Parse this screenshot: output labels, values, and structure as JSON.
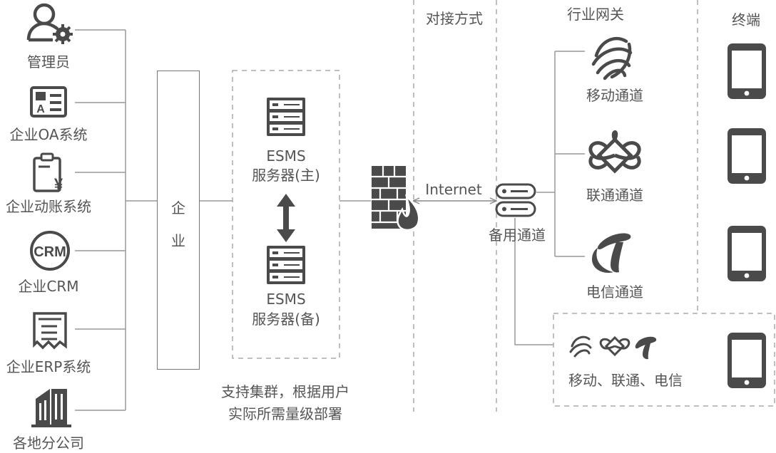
{
  "sources": [
    {
      "label": "管理员",
      "icon": "admin-user-gear-icon"
    },
    {
      "label": "企业OA系统",
      "icon": "oa-id-card-icon"
    },
    {
      "label": "企业动账系统",
      "icon": "billing-clipboard-yen-icon"
    },
    {
      "label": "企业CRM",
      "icon": "crm-badge-icon"
    },
    {
      "label": "企业ERP系统",
      "icon": "erp-receipt-icon"
    },
    {
      "label": "各地分公司",
      "icon": "branch-building-icon"
    }
  ],
  "enterprise": {
    "chars": [
      "企",
      "业"
    ]
  },
  "servers": {
    "primary": {
      "line1": "ESMS",
      "line2": "服务器(主)"
    },
    "backup": {
      "line1": "ESMS",
      "line2": "服务器(备)"
    },
    "cluster_note": [
      "支持集群，根据用户",
      "实际所需量级部署"
    ]
  },
  "connection": {
    "label": "Internet",
    "firewall_icon": "firewall-icon"
  },
  "backup_channel": {
    "label": "备用通道"
  },
  "columns": {
    "access": "对接方式",
    "gateway": "行业网关",
    "terminal": "终端"
  },
  "gateways": [
    {
      "label": "移动通道",
      "icon": "china-mobile-logo-icon"
    },
    {
      "label": "联通通道",
      "icon": "china-unicom-logo-icon"
    },
    {
      "label": "电信通道",
      "icon": "china-telecom-logo-icon"
    }
  ],
  "combined_gateway": {
    "label": "移动、联通、电信"
  },
  "colors": {
    "line": "#999999",
    "dash": "#aaaaaa",
    "icon": "#4a4a4a",
    "text": "#555555"
  }
}
